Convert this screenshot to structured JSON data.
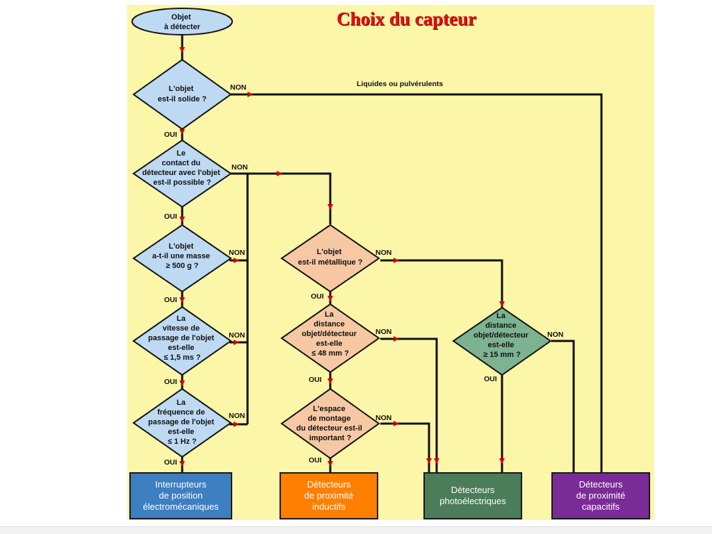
{
  "title": "Choix du capteur",
  "start": {
    "lines": [
      "Objet",
      "à détecter"
    ]
  },
  "questions": {
    "solide": {
      "lines": [
        "L'objet",
        "est-il solide ?"
      ]
    },
    "contact": {
      "lines": [
        "Le",
        "contact du",
        "détecteur avec l'objet",
        "est-il possible ?"
      ]
    },
    "masse": {
      "lines": [
        "L'objet",
        "a-t-il une masse",
        "≥  500 g ?"
      ]
    },
    "vitesse": {
      "lines": [
        "La",
        "vitesse de",
        "passage de l'objet",
        "est-elle",
        "≤ 1,5 ms ?"
      ]
    },
    "frequence": {
      "lines": [
        "La",
        "fréquence de",
        "passage de l'objet",
        "est-elle",
        "≤ 1 Hz ?"
      ]
    },
    "metallique": {
      "lines": [
        "L'objet",
        "est-il métallique ?"
      ]
    },
    "distance48": {
      "lines": [
        "La",
        "distance",
        "objet/détecteur",
        "est-elle",
        "≤ 48 mm ?"
      ]
    },
    "espace": {
      "lines": [
        "L'espace",
        "de montage",
        "du détecteur est-il",
        "important ?"
      ]
    },
    "distance15": {
      "lines": [
        "La",
        "distance",
        "objet/détecteur",
        "est-elle",
        "≥ 15 mm ?"
      ]
    }
  },
  "labels": {
    "oui": "OUI",
    "non": "NON",
    "liquides": "Liquides ou pulvérulents"
  },
  "outcomes": {
    "interrupteurs": {
      "label": "Interrupteurs\nde position\nélectromécaniques",
      "color": "#3d7fc0"
    },
    "inductifs": {
      "label": "Détecteurs\nde proximité\ninductifs",
      "color": "#ff8000"
    },
    "photo": {
      "label": "Détecteurs\nphotoélectriques",
      "color": "#4b7d5a"
    },
    "capacitifs": {
      "label": "Détecteurs\nde proximité\ncapacitifs",
      "color": "#7a2c96"
    }
  },
  "colors": {
    "blue_diamond": "#bcd8f2",
    "orange_diamond": "#f6c6a0",
    "green_diamond": "#78b08d",
    "arrow": "#d40000"
  }
}
